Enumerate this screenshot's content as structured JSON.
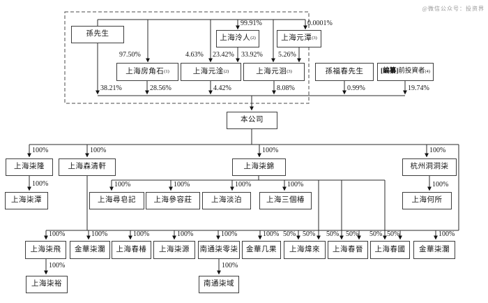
{
  "watermark": "@微信公众号：投资界",
  "nodes": {
    "sun": {
      "label": "孫先生"
    },
    "fangjiaoshi": {
      "label": "上海房角石",
      "sup": "(1)"
    },
    "lingren": {
      "label": "上海泠人",
      "sup": "(2)"
    },
    "yuantan": {
      "label": "上海元潭",
      "sup": "(3)"
    },
    "yuangan": {
      "label": "上海元淦",
      "sup": "(2)"
    },
    "yuanhui": {
      "label": "上海元洄",
      "sup": "(3)"
    },
    "sunfuchun": {
      "label": "孫福春先生"
    },
    "preinvestors": {
      "prefix": "[編纂]",
      "label": "前投資者",
      "sup": "(4)"
    },
    "company": {
      "label": "本公司"
    },
    "qilong": {
      "label": "上海柒隆"
    },
    "senqingxuan": {
      "label": "上海森清軒"
    },
    "qijin": {
      "label": "上海柒錦"
    },
    "dongdongqi": {
      "label": "杭州洞洞柒"
    },
    "qitan": {
      "label": "上海柒潭"
    },
    "xunzaoji": {
      "label": "上海尋皂記"
    },
    "shenrongzhuang": {
      "label": "上海參容莊"
    },
    "danbo": {
      "label": "上海淡泊"
    },
    "sangechun": {
      "label": "上海三個椿"
    },
    "hesuo": {
      "label": "上海何所"
    },
    "qifei": {
      "label": "上海柒飛"
    },
    "jinhuaqilan1": {
      "label": "金華柒瀾"
    },
    "chunchun": {
      "label": "上海春椿"
    },
    "qiyuan": {
      "label": "上海柒源"
    },
    "nantongqlq": {
      "label": "南通柒零柒"
    },
    "jinhuajiguo": {
      "label": "金華几果"
    },
    "weilai": {
      "label": "上海煒來"
    },
    "chunjin": {
      "label": "上海春晉"
    },
    "chunguo": {
      "label": "上海春國"
    },
    "jinhuaqilan2": {
      "label": "金華柒瀾"
    },
    "qiyu": {
      "label": "上海柒裕"
    },
    "nantongqiyu": {
      "label": "南通柒域"
    }
  },
  "pct": {
    "p9750": "97.50%",
    "p9991": "99.91%",
    "p00001": "0.0001%",
    "p463": "4.63%",
    "p2342": "23.42%",
    "p3392": "33.92%",
    "p526": "5.26%",
    "p3821": "38.21%",
    "p2856": "28.56%",
    "p442": "4.42%",
    "p808": "8.08%",
    "p099": "0.99%",
    "p1974": "19.74%",
    "p100": "100%",
    "p50": "50%"
  }
}
